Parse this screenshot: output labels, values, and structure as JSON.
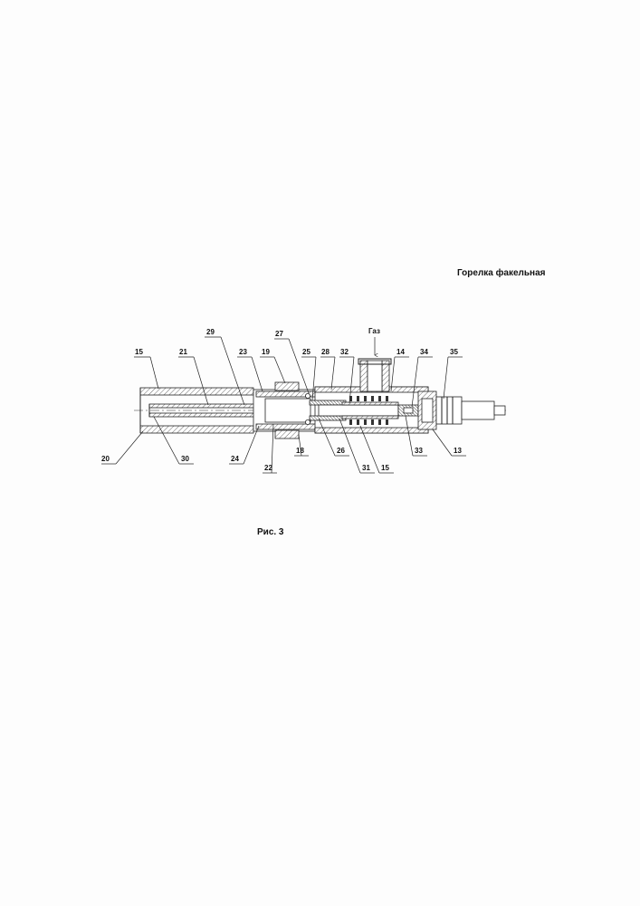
{
  "document": {
    "title": "Горелка факельная",
    "figure_caption": "Рис. 3"
  },
  "diagram": {
    "gas_label": "Газ",
    "callouts_top": [
      "15",
      "21",
      "29",
      "23",
      "19",
      "27",
      "25",
      "28",
      "32",
      "14",
      "34",
      "35"
    ],
    "callouts_bottom": [
      "20",
      "30",
      "24",
      "22",
      "18",
      "26",
      "31",
      "15",
      "33",
      "13"
    ]
  }
}
